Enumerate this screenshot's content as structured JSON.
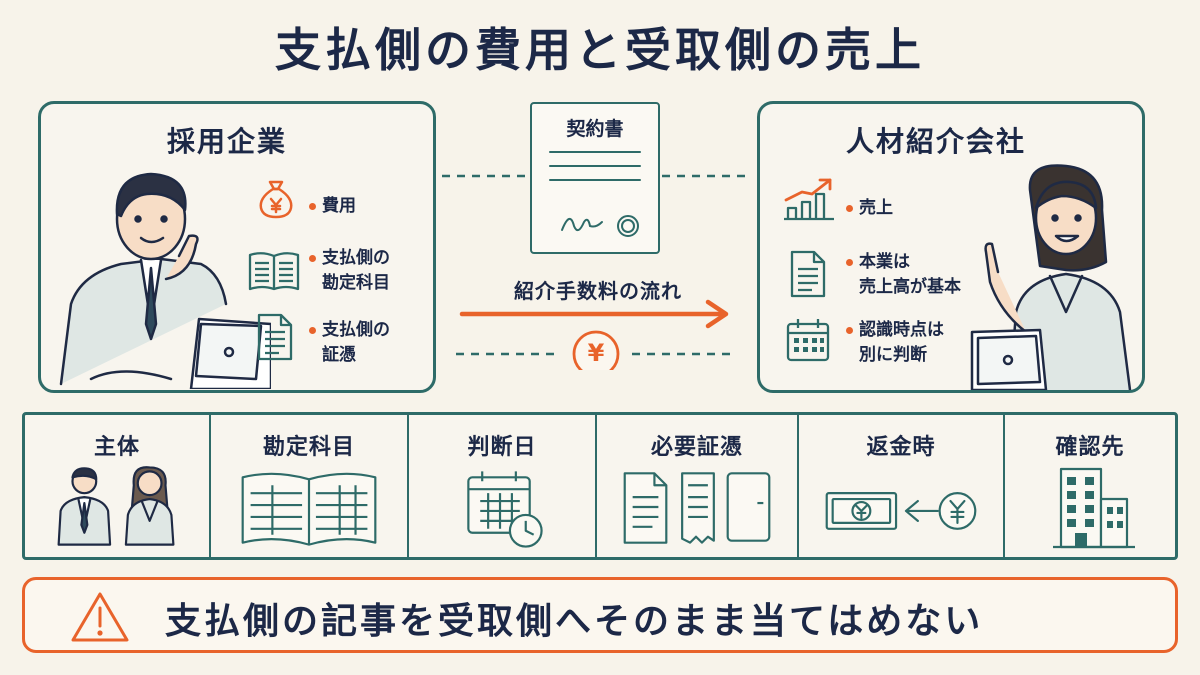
{
  "title": "支払側の費用と受取側の売上",
  "left_panel": {
    "title": "採用企業",
    "items": [
      {
        "icon": "money-bag-icon",
        "lines": [
          "費用"
        ]
      },
      {
        "icon": "ledger-book-icon",
        "lines": [
          "支払側の",
          "勘定科目"
        ]
      },
      {
        "icon": "document-icon",
        "lines": [
          "支払側の",
          "証憑"
        ]
      }
    ]
  },
  "contract": {
    "title": "契約書"
  },
  "flow": {
    "label": "紹介手数料の流れ",
    "currency_symbol": "¥"
  },
  "right_panel": {
    "title": "人材紹介会社",
    "items": [
      {
        "icon": "growth-chart-icon",
        "lines": [
          "売上"
        ]
      },
      {
        "icon": "document-icon",
        "lines": [
          "本業は",
          "売上高が基本"
        ]
      },
      {
        "icon": "calendar-icon",
        "lines": [
          "認識時点は",
          "別に判断"
        ]
      }
    ]
  },
  "comparison": [
    {
      "label": "主体",
      "icon": "people-icon"
    },
    {
      "label": "勘定科目",
      "icon": "ledger-book-icon"
    },
    {
      "label": "判断日",
      "icon": "calendar-clock-icon"
    },
    {
      "label": "必要証憑",
      "icon": "documents-icon"
    },
    {
      "label": "返金時",
      "icon": "refund-icon"
    },
    {
      "label": "確認先",
      "icon": "building-icon"
    }
  ],
  "warning": {
    "text": "支払側の記事を受取側へそのまま当てはめない",
    "icon": "warning-icon"
  },
  "colors": {
    "teal": "#2e6b68",
    "orange": "#e8632b",
    "navy": "#1c2847",
    "background": "#f7f3ea"
  }
}
